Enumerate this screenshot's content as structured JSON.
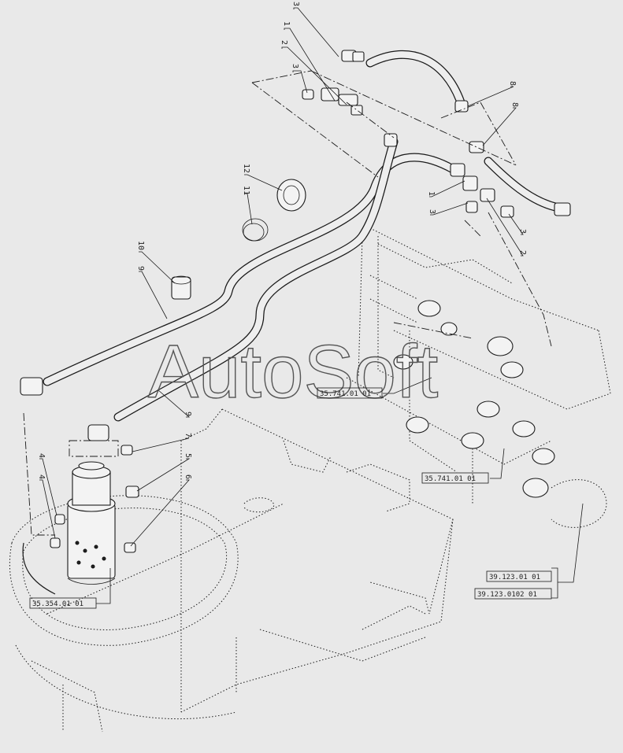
{
  "callouts": [
    {
      "id": "c3a",
      "text": "3"
    },
    {
      "id": "c1a",
      "text": "1"
    },
    {
      "id": "c2a",
      "text": "2"
    },
    {
      "id": "c3b",
      "text": "3"
    },
    {
      "id": "c8a",
      "text": "8"
    },
    {
      "id": "c8b",
      "text": "8"
    },
    {
      "id": "c12",
      "text": "12"
    },
    {
      "id": "c11",
      "text": "11"
    },
    {
      "id": "c10",
      "text": "10"
    },
    {
      "id": "c9a",
      "text": "9"
    },
    {
      "id": "c1b",
      "text": "1"
    },
    {
      "id": "c3c",
      "text": "3"
    },
    {
      "id": "c3d",
      "text": "3"
    },
    {
      "id": "c2b",
      "text": "2"
    },
    {
      "id": "c9b",
      "text": "9"
    },
    {
      "id": "c7",
      "text": "7"
    },
    {
      "id": "c4a",
      "text": "4"
    },
    {
      "id": "c4b",
      "text": "4"
    },
    {
      "id": "c5",
      "text": "5"
    },
    {
      "id": "c6",
      "text": "6"
    }
  ],
  "references": [
    {
      "id": "r1",
      "text": "35.741.01 01"
    },
    {
      "id": "r2",
      "text": "35.741.01 01"
    },
    {
      "id": "r3",
      "text": "35.354.01 01"
    },
    {
      "id": "r4",
      "text": "39.123.01 01"
    },
    {
      "id": "r5",
      "text": "39.123.0102 01"
    }
  ],
  "watermark": "AutoSoft"
}
